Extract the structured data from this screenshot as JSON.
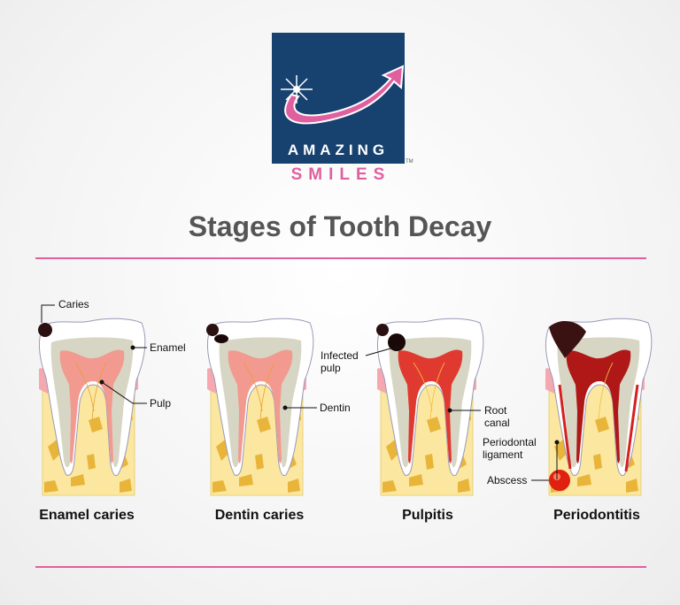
{
  "logo": {
    "line1": "AMAZING",
    "line2": "SMILES",
    "trademark": "TM"
  },
  "title": "Stages of Tooth Decay",
  "colors": {
    "brand_blue": "#17426f",
    "brand_pink": "#e0609f",
    "title_gray": "#555555",
    "pulp": "#f08a8a",
    "infected": "#d42020",
    "bone": "#fbe7a0"
  },
  "stages": [
    {
      "label": "Enamel caries",
      "annotations": [
        "Caries",
        "Enamel",
        "Pulp"
      ]
    },
    {
      "label": "Dentin caries",
      "annotations": [
        "Dentin"
      ]
    },
    {
      "label": "Pulpitis",
      "annotations": [
        "Infected pulp",
        "Root canal"
      ]
    },
    {
      "label": "Periodontitis",
      "annotations": [
        "Periodontal ligament",
        "Abscess"
      ]
    }
  ]
}
